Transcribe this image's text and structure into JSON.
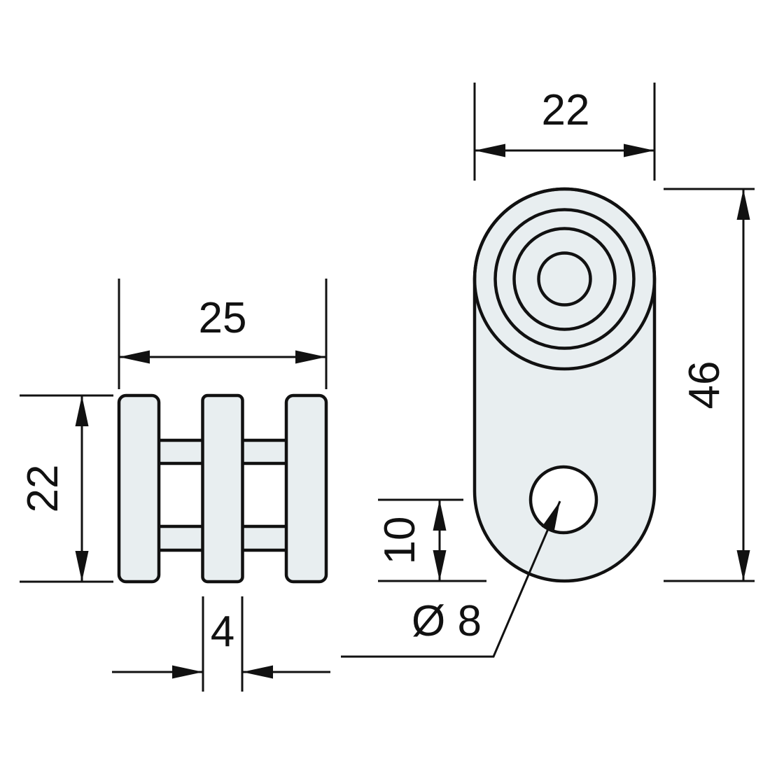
{
  "colors": {
    "part_fill": "#e8eef0",
    "line": "#111111",
    "hole_fill": "#ffffff",
    "background": "#ffffff"
  },
  "left_view": {
    "dim_width": "25",
    "dim_height": "22",
    "dim_hub_width": "4"
  },
  "right_view": {
    "dim_width": "22",
    "dim_height": "46",
    "dim_hole_offset": "10",
    "hole_callout": "Ø 8"
  }
}
